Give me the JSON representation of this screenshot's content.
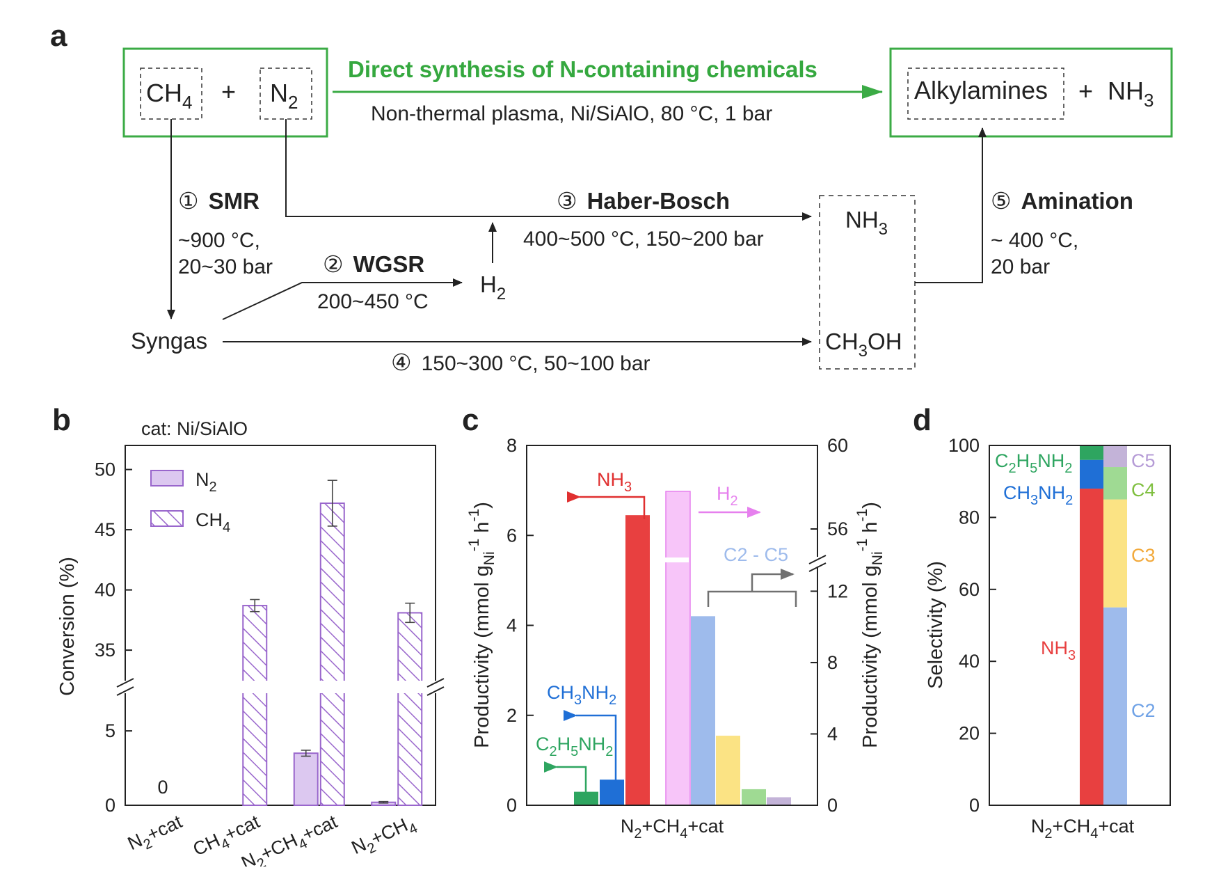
{
  "colors": {
    "green_box": "#3bab45",
    "green_text": "#35a83f",
    "purple": "#9966cc",
    "purple_fill": "#dcc8f0",
    "nh3_red": "#e84040",
    "ch3nh2_blue": "#1f6fd6",
    "c2h5nh2_green": "#2ea560",
    "h2_pink": "#f7c5f9",
    "h2_pink_dark": "#e680ee",
    "c2_blue": "#9ebbec",
    "c3_yellow": "#fbe384",
    "c4_green": "#9fda93",
    "c5_purple": "#c3b3d8",
    "gray_arrow": "#707070"
  },
  "panel_a": {
    "label": "a",
    "ch4": "CH",
    "ch4_sub": "4",
    "plus": "+",
    "n2": "N",
    "n2_sub": "2",
    "direct_title": "Direct synthesis of N-containing chemicals",
    "direct_cond": "Non-thermal plasma, Ni/SiAlO, 80 °C, 1 bar",
    "alkylamines": "Alkylamines",
    "nh3_prod": "NH",
    "nh3_prod_sub": "3",
    "step1_num": "①",
    "step1_name": "SMR",
    "step1_c1": "~900 °C,",
    "step1_c2": "20~30 bar",
    "step2_num": "②",
    "step2_name": "WGSR",
    "step2_c1": "200~450 °C",
    "h2": "H",
    "h2_sub": "2",
    "step3_num": "③",
    "step3_name": "Haber-Bosch",
    "step3_c1": "400~500 °C, 150~200 bar",
    "nh3": "NH",
    "nh3_sub": "3",
    "step4_num": "④",
    "step4_c1": "150~300 °C, 50~100 bar",
    "ch3oh_a": "CH",
    "ch3oh_sub": "3",
    "ch3oh_b": "OH",
    "syngas": "Syngas",
    "step5_num": "⑤",
    "step5_name": "Amination",
    "step5_c1": "~ 400 °C,",
    "step5_c2": "20 bar"
  },
  "chart_data": [
    {
      "panel": "b",
      "type": "bar",
      "annotation": "cat: Ni/SiAlO",
      "ylabel": "Conversion (%)",
      "ylim_lower": [
        0,
        8
      ],
      "ylim_upper": [
        32,
        52
      ],
      "yticks_lower": [
        0,
        5
      ],
      "yticks_upper": [
        35,
        40,
        45,
        50
      ],
      "categories": [
        {
          "main": "N",
          "sub": "2",
          "rest": "+cat"
        },
        {
          "main": "CH",
          "sub": "4",
          "rest": "+cat"
        },
        {
          "main": "N",
          "sub": "2",
          "mid": "+CH",
          "sub2": "4",
          "rest": "+cat"
        },
        {
          "main": "N",
          "sub": "2",
          "mid": "+CH",
          "sub2": "4",
          "rest": ""
        }
      ],
      "series": [
        {
          "name": "N",
          "name_sub": "2",
          "pattern": "solid",
          "values": [
            0,
            null,
            3.5,
            0.2
          ],
          "errors": [
            0,
            0,
            0.2,
            0.05
          ]
        },
        {
          "name": "CH",
          "name_sub": "4",
          "pattern": "hatched",
          "values": [
            null,
            38.7,
            47.2,
            38.1
          ],
          "errors": [
            0,
            0.5,
            1.9,
            0.8
          ]
        }
      ],
      "value_labels": [
        {
          "category": 0,
          "text": "0"
        }
      ]
    },
    {
      "panel": "c",
      "type": "bar",
      "ylabel_left": "Productivity (mmol g",
      "ylabel_sub": "Ni",
      "ylabel_sup1": "-1",
      "ylabel_mid": " h",
      "ylabel_sup2": "-1",
      "ylabel_end": ")",
      "ylim_left": [
        0,
        8
      ],
      "yticks_left": [
        0,
        2,
        4,
        6,
        8
      ],
      "ylim_right_lower": [
        0,
        13.5
      ],
      "ylim_right_upper": [
        54.5,
        60
      ],
      "yticks_right_lower": [
        0,
        4,
        8,
        12
      ],
      "yticks_right_upper": [
        56,
        60
      ],
      "xlabel": {
        "a": "N",
        "s1": "2",
        "b": "+CH",
        "s2": "4",
        "c": "+cat"
      },
      "bars_left_axis": [
        {
          "name": "C2H5NH2",
          "value": 0.3
        },
        {
          "name": "CH3NH2",
          "value": 0.57
        },
        {
          "name": "NH3",
          "value": 6.45
        }
      ],
      "bars_right_axis": [
        {
          "name": "H2",
          "value": 57.8
        },
        {
          "name": "C2",
          "value": 10.6
        },
        {
          "name": "C3",
          "value": 3.9
        },
        {
          "name": "C4",
          "value": 0.9
        },
        {
          "name": "C5",
          "value": 0.45
        }
      ],
      "labels": {
        "nh3": "NH",
        "nh3_sub": "3",
        "h2": "H",
        "h2_sub": "2",
        "c2c5": "C2 - C5",
        "ch3nh2_a": "CH",
        "ch3nh2_s1": "3",
        "ch3nh2_b": "NH",
        "ch3nh2_s2": "2",
        "c2h5nh2_a": "C",
        "c2h5nh2_s1": "2",
        "c2h5nh2_b": "H",
        "c2h5nh2_s2": "5",
        "c2h5nh2_c": "NH",
        "c2h5nh2_s3": "2"
      }
    },
    {
      "panel": "d",
      "type": "bar",
      "stacked": true,
      "ylabel": "Selectivity (%)",
      "ylim": [
        0,
        100
      ],
      "yticks": [
        0,
        20,
        40,
        60,
        80,
        100
      ],
      "xlabel": {
        "a": "N",
        "s1": "2",
        "b": "+CH",
        "s2": "4",
        "c": "+cat"
      },
      "stacks": [
        {
          "name": "N-products",
          "segments": [
            {
              "name": "NH3",
              "value": 88
            },
            {
              "name": "CH3NH2",
              "value": 8
            },
            {
              "name": "C2H5NH2",
              "value": 4
            }
          ]
        },
        {
          "name": "hydrocarbons",
          "segments": [
            {
              "name": "C2",
              "value": 55
            },
            {
              "name": "C3",
              "value": 30
            },
            {
              "name": "C4",
              "value": 9
            },
            {
              "name": "C5",
              "value": 6
            }
          ]
        }
      ],
      "labels": {
        "c2h5nh2_a": "C",
        "c2h5nh2_s1": "2",
        "c2h5nh2_b": "H",
        "c2h5nh2_s2": "5",
        "c2h5nh2_c": "NH",
        "c2h5nh2_s3": "2",
        "ch3nh2_a": "CH",
        "ch3nh2_s1": "3",
        "ch3nh2_b": "NH",
        "ch3nh2_s2": "2",
        "nh3": "NH",
        "nh3_sub": "3",
        "c5": "C5",
        "c4": "C4",
        "c3": "C3",
        "c2": "C2"
      }
    }
  ],
  "panel_labels": {
    "b": "b",
    "c": "c",
    "d": "d"
  }
}
